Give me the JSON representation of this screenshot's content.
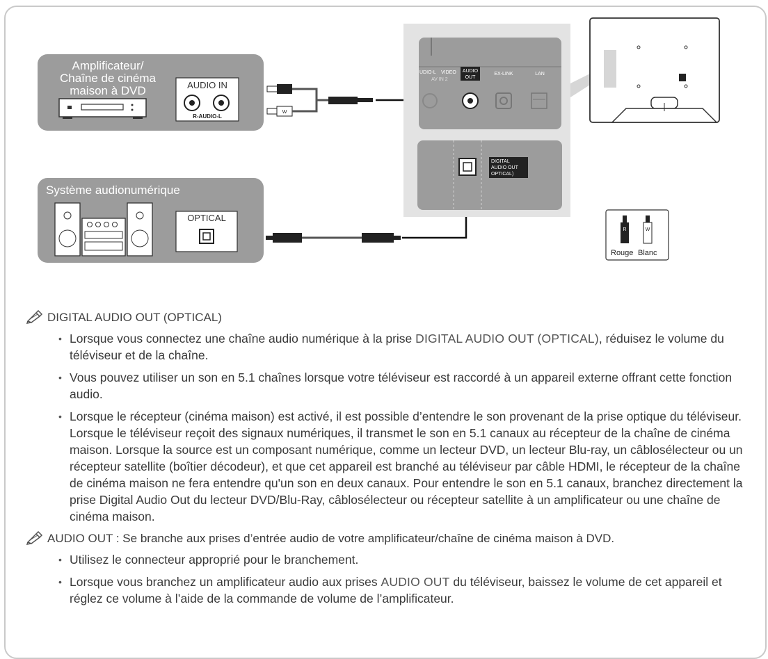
{
  "diagram": {
    "amp_title_1": "Amplificateur/",
    "amp_title_2": "Chaîne de cinéma",
    "amp_title_3": "maison à DVD",
    "audio_in_label": "AUDIO IN",
    "r_audio_l_label": "R-AUDIO-L",
    "digital_system_title": "Système audionumérique",
    "optical_label": "OPTICAL",
    "tv_port_audio_l": "UDIO-L",
    "tv_port_video": "VIDEO",
    "tv_port_avin2": "AV IN 2",
    "tv_port_audio_out_1": "AUDIO",
    "tv_port_audio_out_2": "OUT",
    "tv_port_exlink": "EX-LINK",
    "tv_port_lan": "LAN",
    "tv_digital_1": "DIGITAL",
    "tv_digital_2": "AUDIO OUT",
    "tv_digital_3": "OPTICAL)",
    "legend_red": "Rouge",
    "legend_white": "Blanc",
    "plug_w": "W",
    "plug_r": "R"
  },
  "notes": {
    "section1_title": "DIGITAL AUDIO OUT (OPTICAL)",
    "s1_b1_a": "Lorsque vous connectez une chaîne audio numérique à la prise ",
    "s1_b1_hl": "DIGITAL AUDIO OUT (OPTICAL)",
    "s1_b1_b": ", réduisez le volume du téléviseur et de la chaîne.",
    "s1_b2": "Vous pouvez utiliser un son en 5.1 chaînes lorsque votre téléviseur est raccordé à un appareil externe offrant cette fonction audio.",
    "s1_b3": "Lorsque le récepteur (cinéma maison) est activé, il est possible d’entendre le son provenant de la prise optique du téléviseur. Lorsque le téléviseur reçoit des signaux numériques, il transmet le son en 5.1 canaux au récepteur de la chaîne de cinéma maison. Lorsque la source est un composant numérique, comme un lecteur DVD, un lecteur Blu-ray, un câblosélecteur ou un récepteur satellite (boîtier décodeur), et que cet appareil est branché au téléviseur par câble HDMI, le récepteur de la chaîne de cinéma maison ne fera entendre qu'un son en deux canaux. Pour entendre le son en 5.1 canaux, branchez directement la prise Digital Audio Out du lecteur DVD/Blu-Ray, câblosélecteur ou récepteur satellite à un amplificateur ou une chaîne de cinéma maison.",
    "section2_title": "AUDIO OUT",
    "section2_text": " : Se branche aux prises d’entrée audio de votre amplificateur/chaîne de cinéma maison à DVD.",
    "s2_b1": "Utilisez le connecteur approprié pour le branchement.",
    "s2_b2_a": "Lorsque vous branchez un amplificateur audio aux prises ",
    "s2_b2_hl": "AUDIO OUT",
    "s2_b2_b": " du téléviseur, baissez le volume de cet appareil et réglez ce volume à l’aide de la commande de volume de l’amplificateur."
  }
}
